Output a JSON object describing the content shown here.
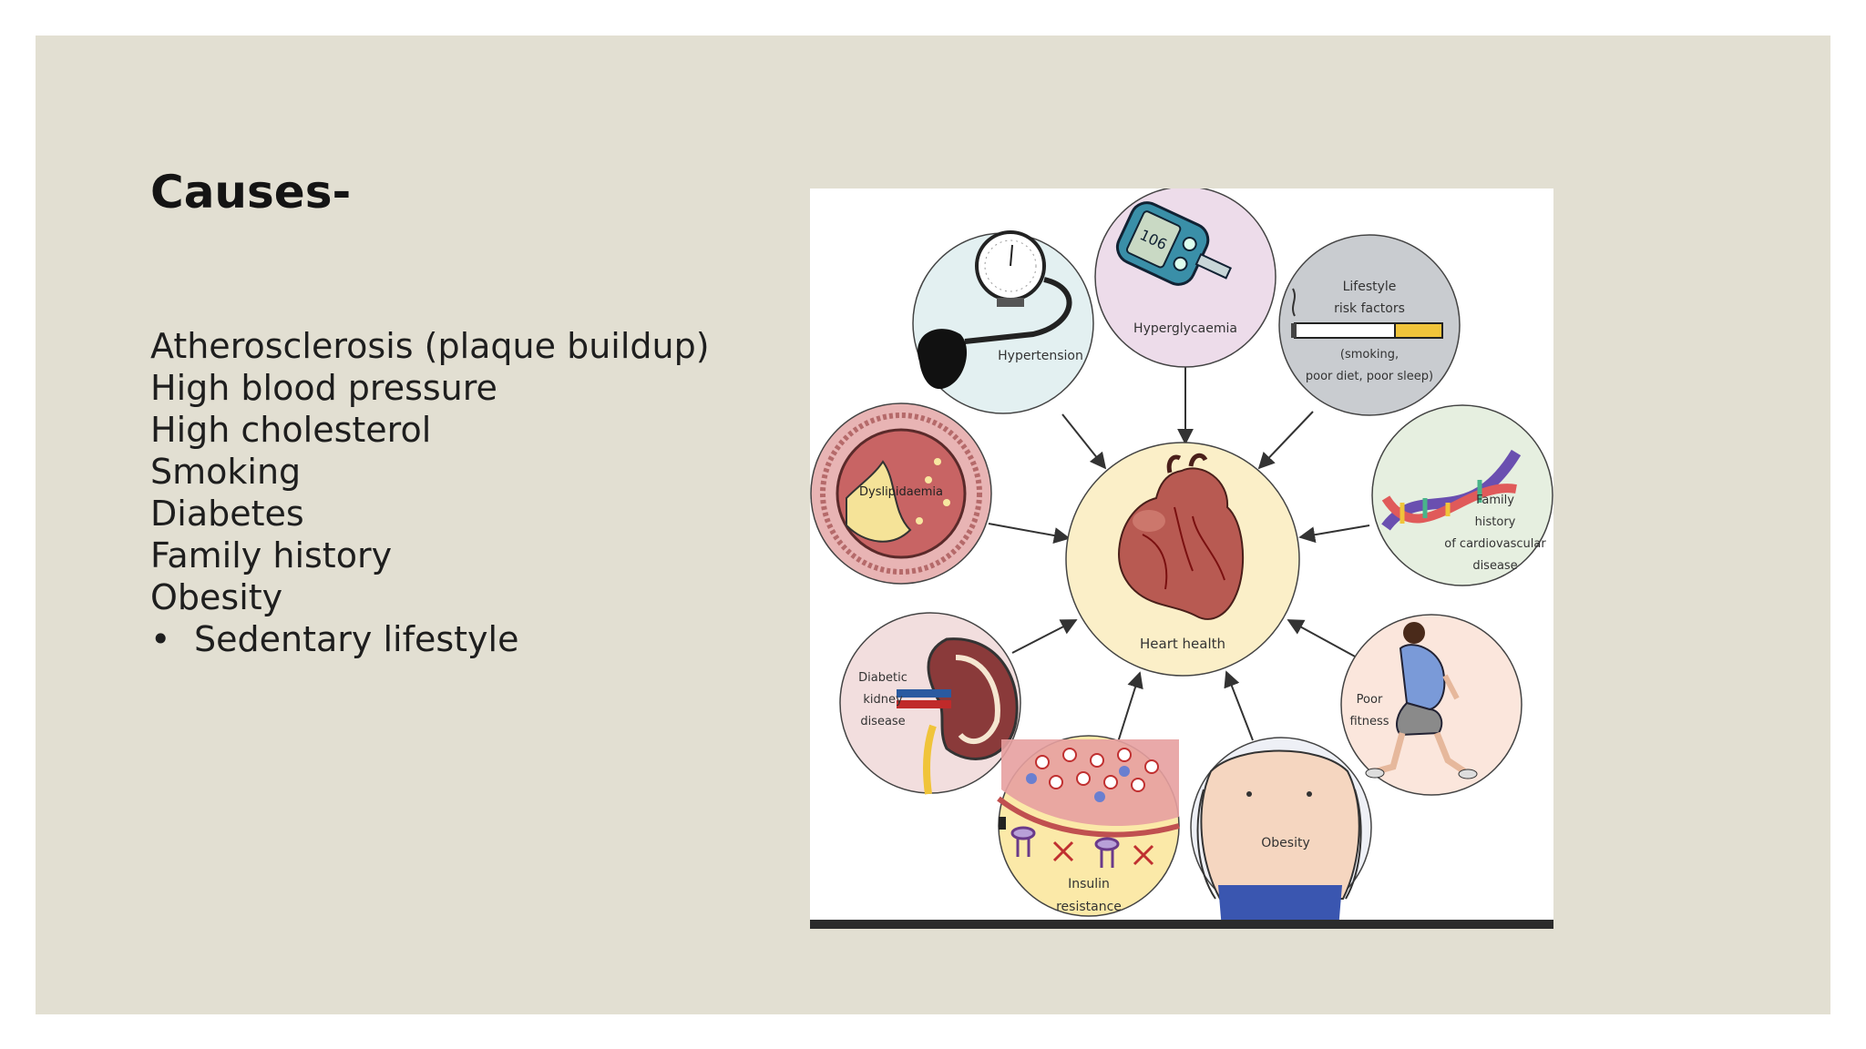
{
  "slide": {
    "title": "Causes-",
    "causes": [
      "Atherosclerosis (plaque buildup)",
      "High blood pressure",
      "High cholesterol",
      "Smoking",
      "Diabetes",
      "Family history",
      "Obesity"
    ],
    "bullet_item": "Sedentary lifestyle",
    "bullet_glyph": "•"
  },
  "diagram": {
    "center": "Heart health",
    "hypertension": "Hypertension",
    "hyperglycaemia": "Hyperglycaemia",
    "meter_reading": "106",
    "lifestyle_title_1": "Lifestyle",
    "lifestyle_title_2": "risk factors",
    "lifestyle_note_1": "(smoking,",
    "lifestyle_note_2": "poor diet, poor sleep)",
    "dyslipidaemia": "Dyslipidaemia",
    "family_1": "Family",
    "family_2": "history",
    "family_3": "of cardiovascular",
    "family_4": "disease",
    "kidney_1": "Diabetic",
    "kidney_2": "kidney",
    "kidney_3": "disease",
    "fitness_1": "Poor",
    "fitness_2": "fitness",
    "insulin_1": "Insulin",
    "insulin_2": "resistance",
    "obesity": "Obesity"
  },
  "colors": {
    "slide_bg": "#e2dfd2",
    "center_fill": "#fbefc8",
    "hypertension_fill": "#e3f0f1",
    "hyperglycaemia_fill": "#eddcea",
    "lifestyle_fill": "#c9ccd0",
    "dyslipidaemia_fill": "#e8b4b4",
    "family_fill": "#e6efe0",
    "kidney_fill": "#f2dede",
    "fitness_fill": "#fbe6dc",
    "insulin_fill": "#fbe9a8",
    "obesity_fill": "#eef0f6"
  }
}
